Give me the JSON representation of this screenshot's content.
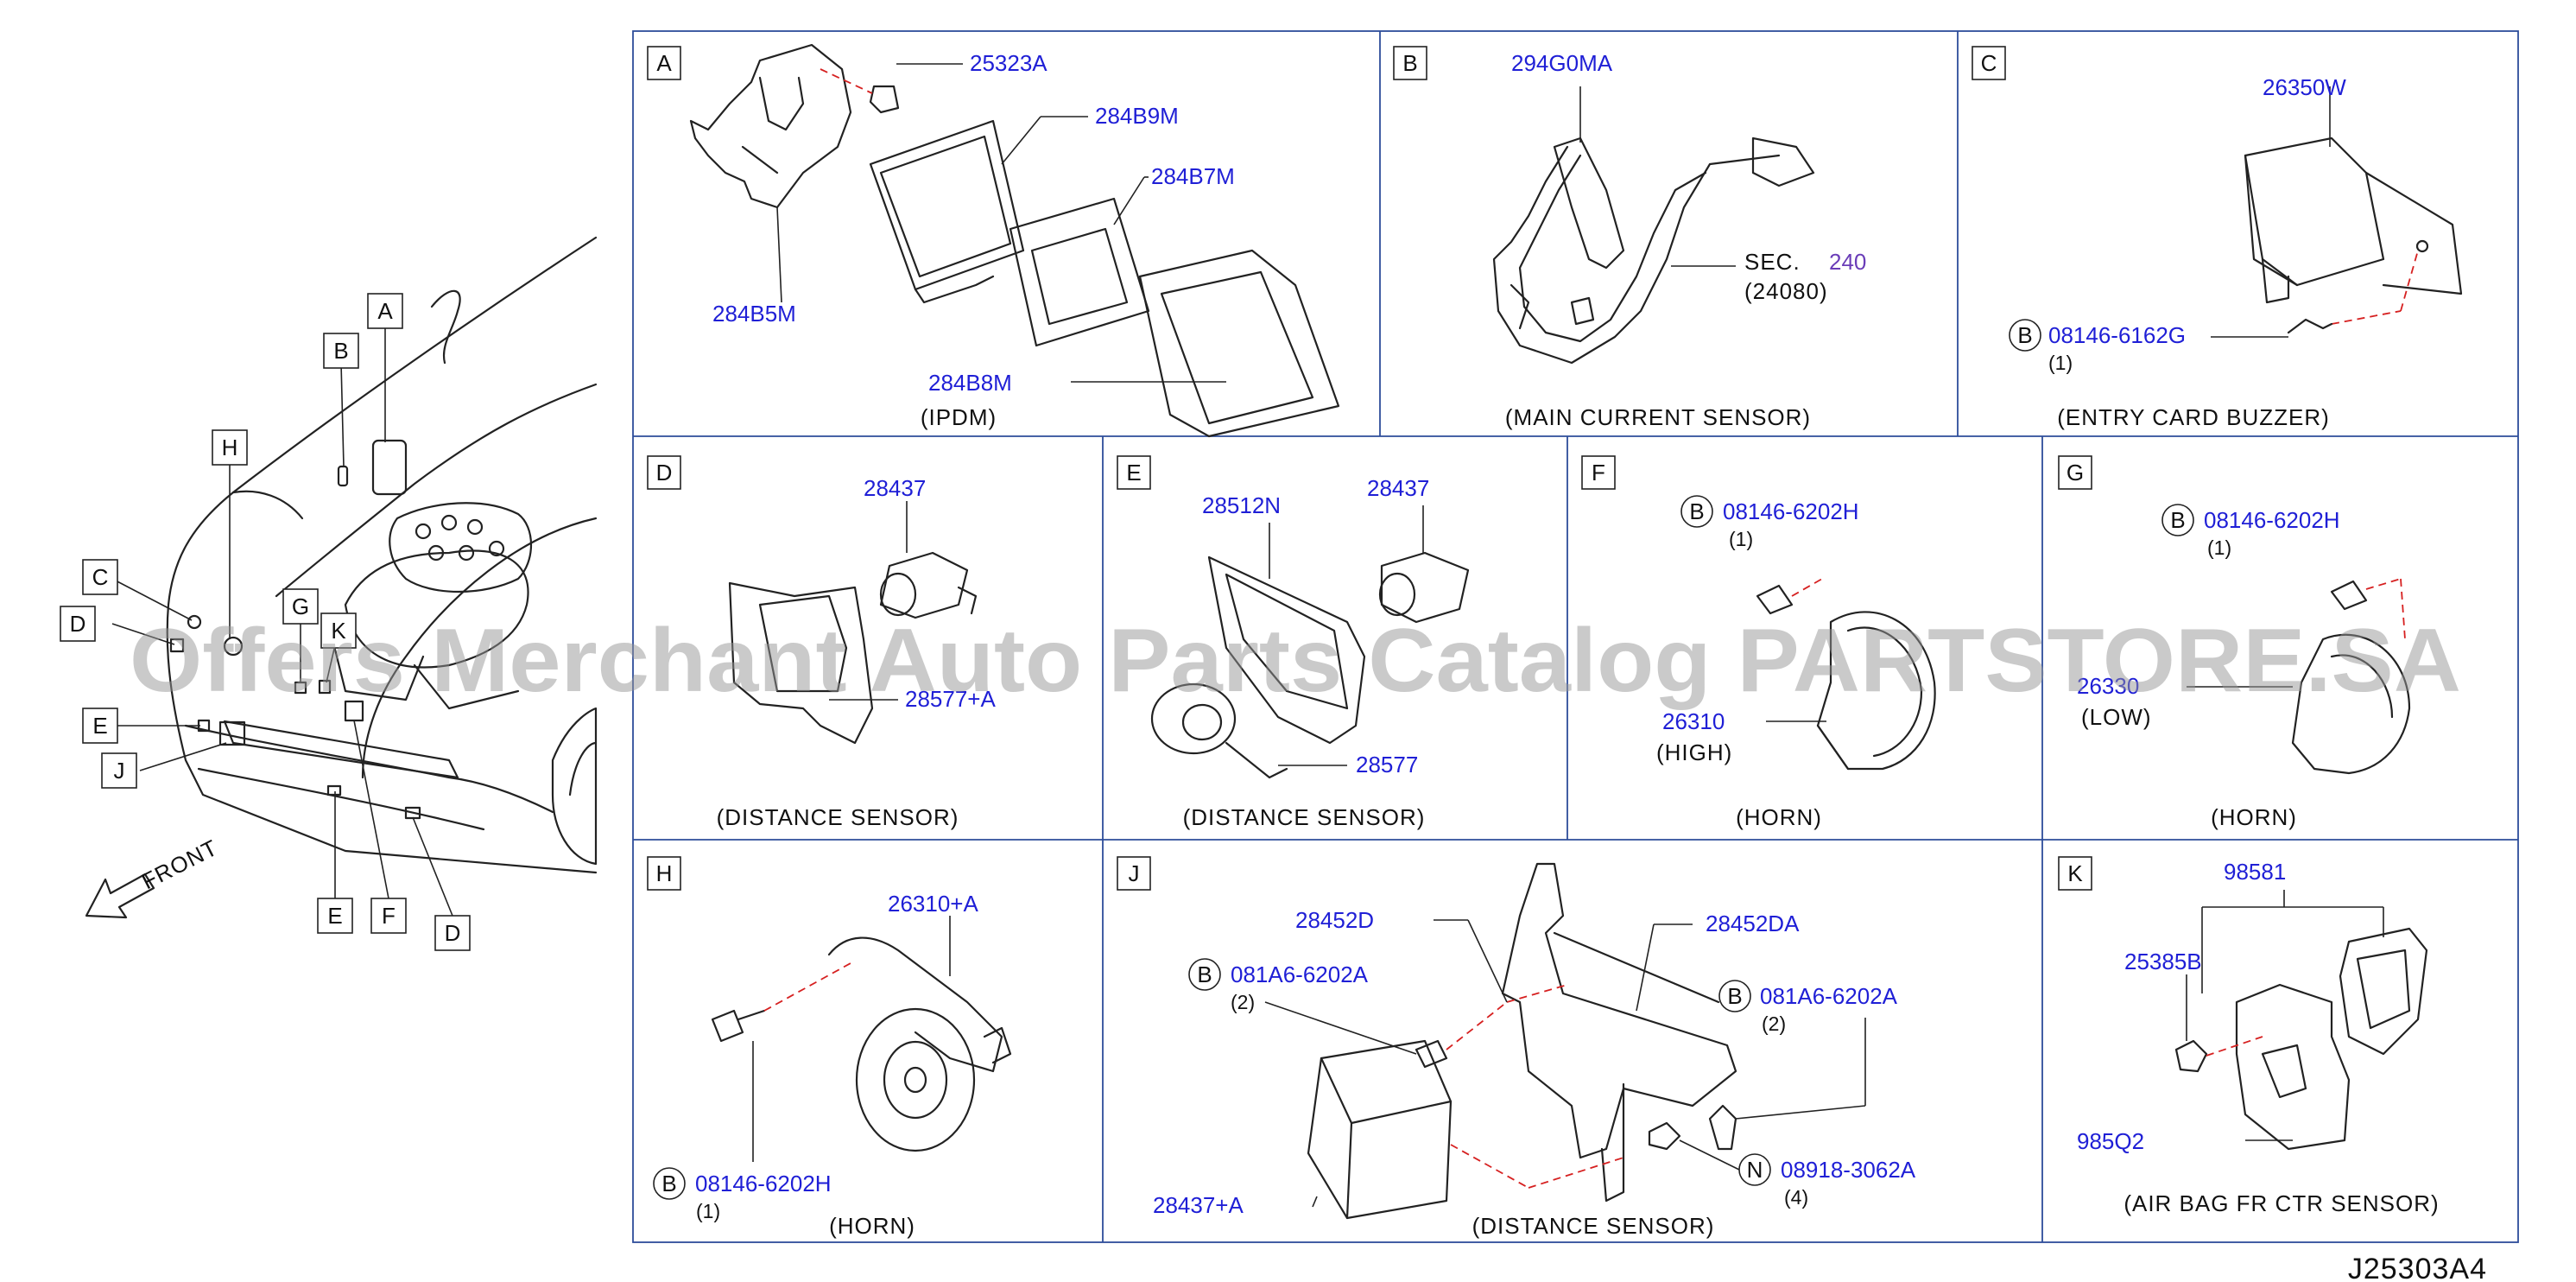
{
  "panels": [
    {
      "key": "A",
      "caption": "(IPDM)",
      "parts": [
        "25323A",
        "284B9M",
        "284B7M",
        "284B5M",
        "284B8M"
      ]
    },
    {
      "key": "B",
      "caption": "(MAIN   CURRENT   SENSOR)",
      "parts": [
        "294G0MA"
      ],
      "section": {
        "prefix": "SEC.",
        "number": "240",
        "sub": "(24080)"
      }
    },
    {
      "key": "C",
      "caption": "(ENTRY   CARD   BUZZER)",
      "parts": [
        "26350W"
      ],
      "fasteners": [
        {
          "type": "B",
          "number": "08146-6162G",
          "qty": "(1)"
        }
      ]
    },
    {
      "key": "D",
      "caption": "(DISTANCE   SENSOR)",
      "parts": [
        "28437",
        "28577+A"
      ]
    },
    {
      "key": "E",
      "caption": "(DISTANCE   SENSOR)",
      "parts": [
        "28512N",
        "28437",
        "28577"
      ]
    },
    {
      "key": "F",
      "caption": "(HORN)",
      "parts": [
        "26310"
      ],
      "note": "(HIGH)",
      "fasteners": [
        {
          "type": "B",
          "number": "08146-6202H",
          "qty": "(1)"
        }
      ]
    },
    {
      "key": "G",
      "caption": "(HORN)",
      "parts": [
        "26330"
      ],
      "note": "(LOW)",
      "fasteners": [
        {
          "type": "B",
          "number": "08146-6202H",
          "qty": "(1)"
        }
      ]
    },
    {
      "key": "H",
      "caption": "(HORN)",
      "parts": [
        "26310+A"
      ],
      "fasteners": [
        {
          "type": "B",
          "number": "08146-6202H",
          "qty": "(1)"
        }
      ]
    },
    {
      "key": "J",
      "caption": "(DISTANCE   SENSOR)",
      "parts": [
        "28452D",
        "28452DA",
        "28437+A"
      ],
      "fasteners": [
        {
          "type": "B",
          "number": "081A6-6202A",
          "qty": "(2)"
        },
        {
          "type": "B",
          "number": "081A6-6202A",
          "qty": "(2)"
        },
        {
          "type": "N",
          "number": "08918-3062A",
          "qty": "(4)"
        }
      ]
    },
    {
      "key": "K",
      "caption": "(AIR   BAG   FR   CTR   SENSOR)",
      "parts": [
        "98581",
        "25385B",
        "985Q2"
      ]
    }
  ],
  "overview": {
    "callouts": [
      "A",
      "B",
      "H",
      "C",
      "D",
      "G",
      "K",
      "E",
      "J",
      "E",
      "F",
      "D"
    ],
    "direction": "FRONT"
  },
  "watermark": "Offers Merchant Auto Parts Catalog PARTSTORE.SA",
  "diagram_code": "J25303A4"
}
